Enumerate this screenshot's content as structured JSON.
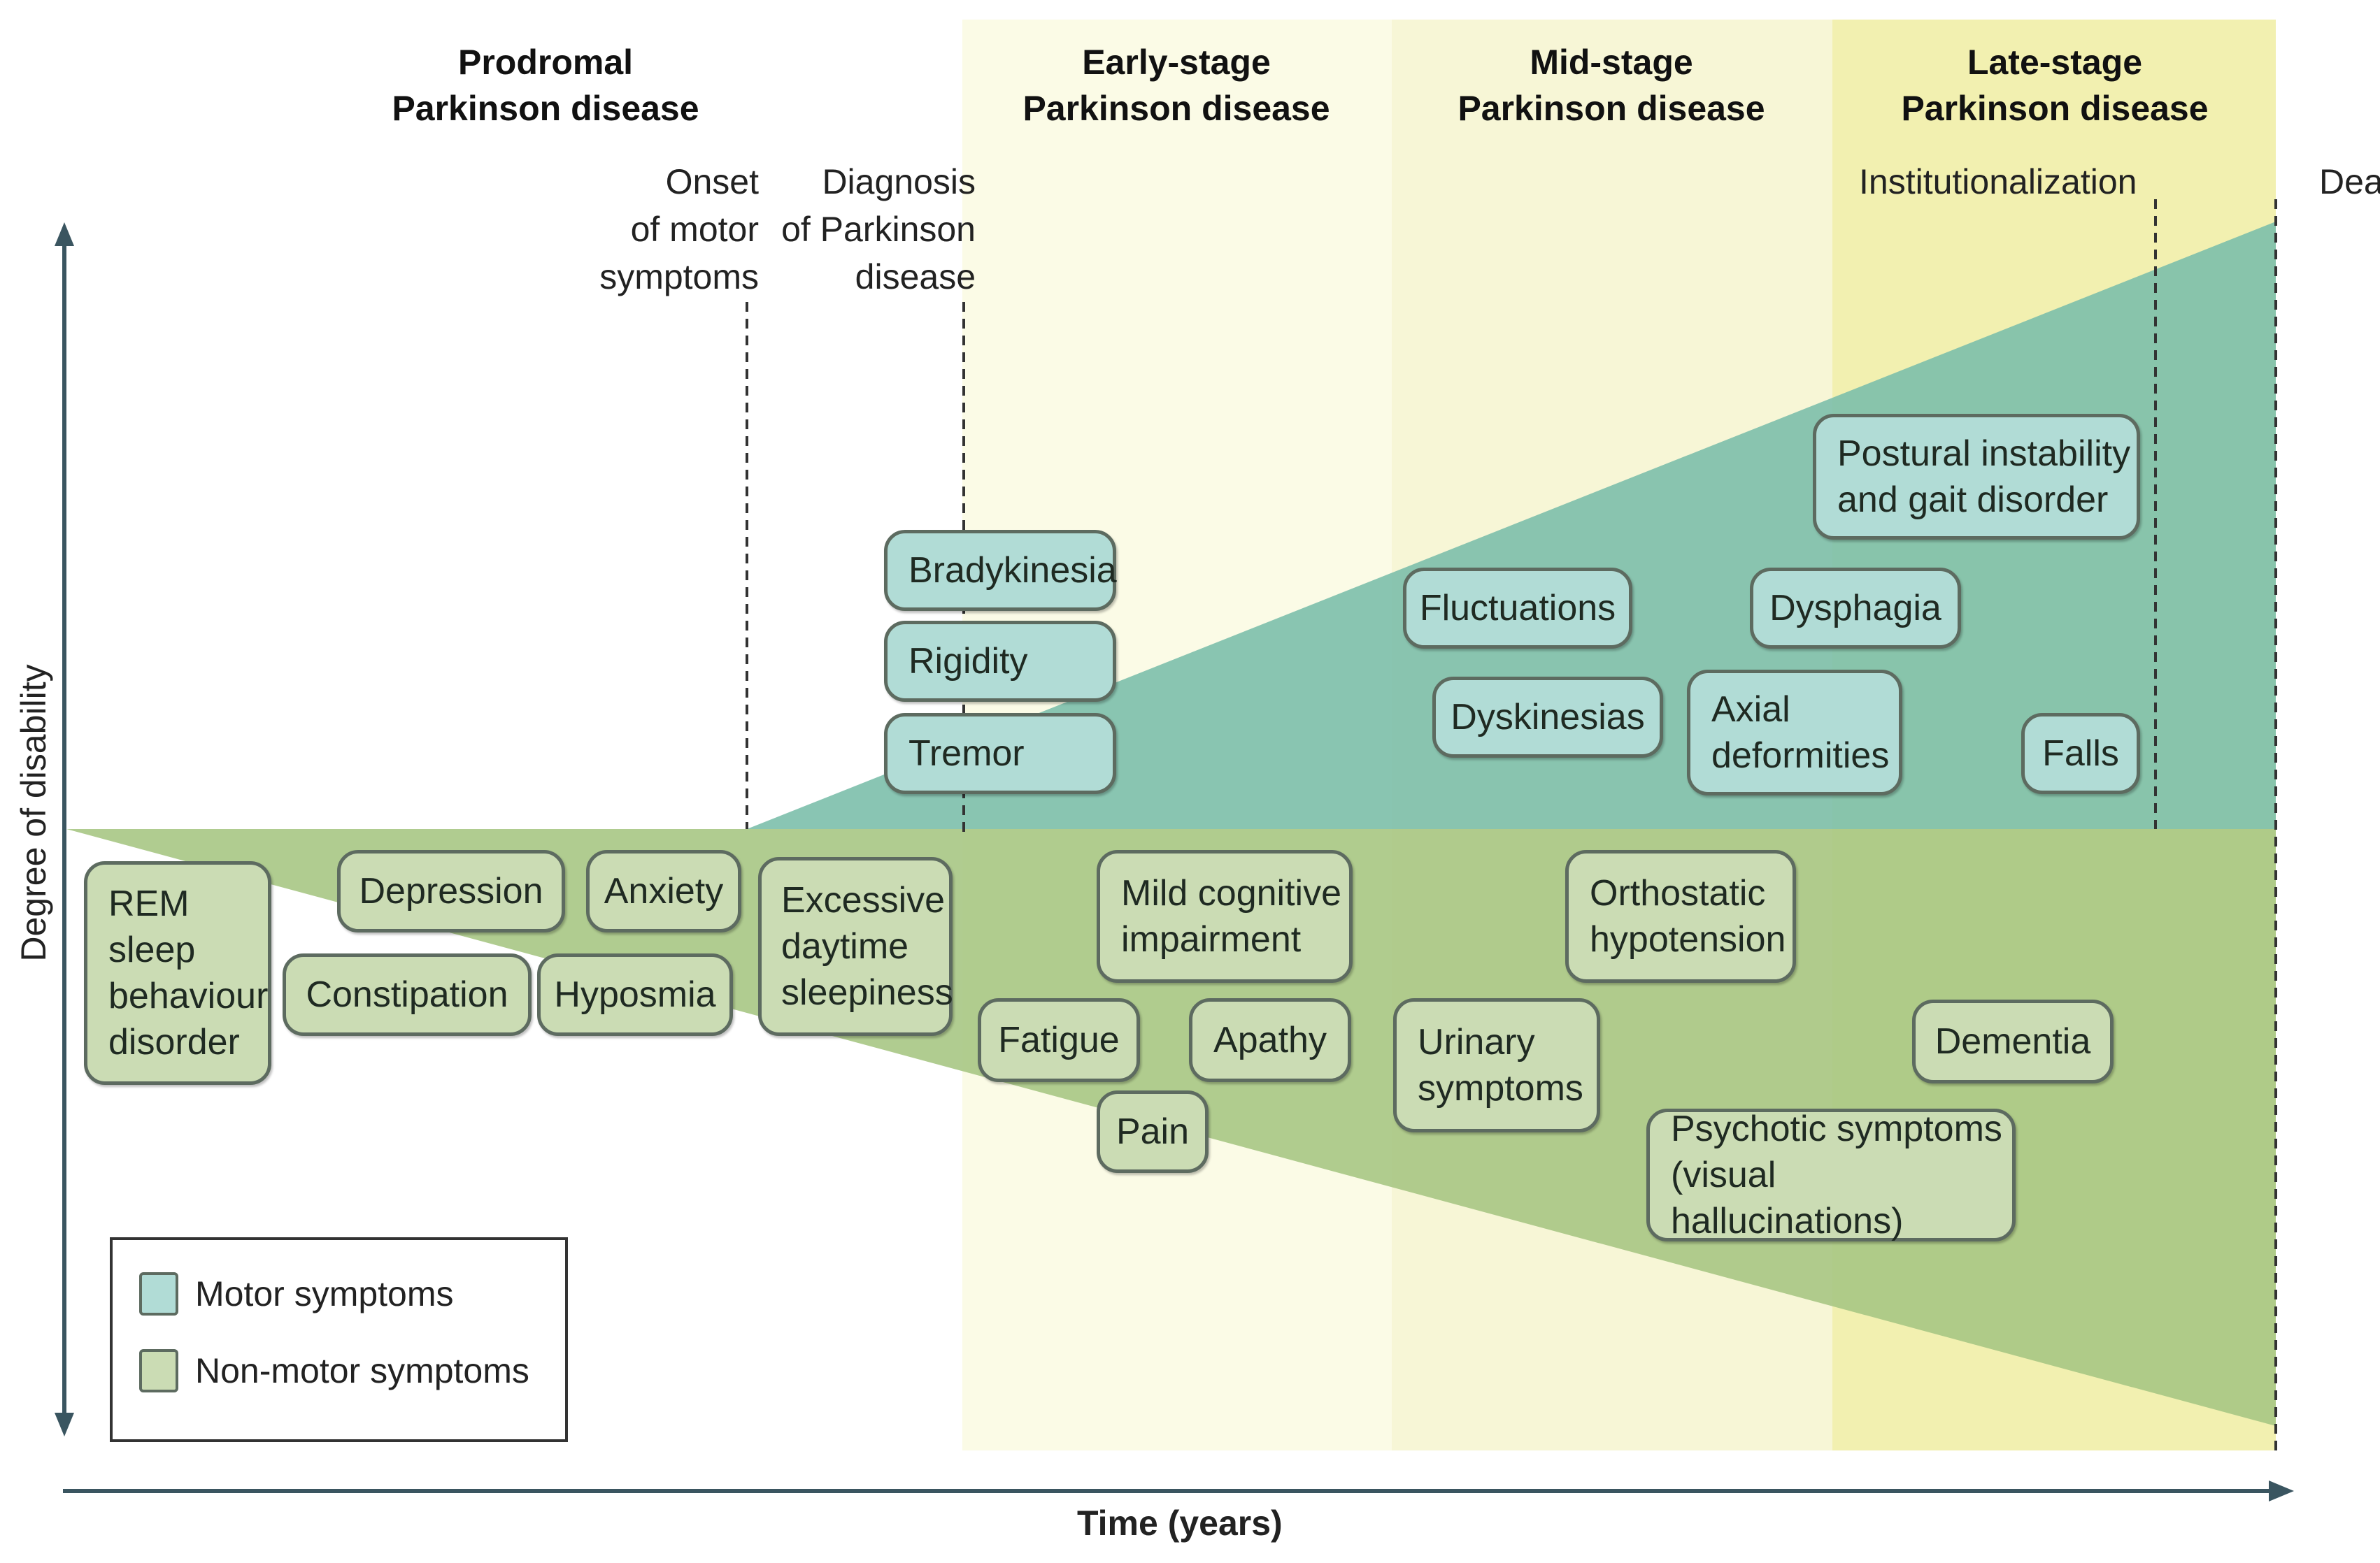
{
  "stages": {
    "prodromal": {
      "line1": "Prodromal",
      "line2": "Parkinson disease"
    },
    "early": {
      "line1": "Early-stage",
      "line2": "Parkinson disease"
    },
    "mid": {
      "line1": "Mid-stage",
      "line2": "Parkinson disease"
    },
    "late": {
      "line1": "Late-stage",
      "line2": "Parkinson disease"
    }
  },
  "markers": {
    "onset_motor": "Onset\nof motor\nsymptoms",
    "diagnosis": "Diagnosis\nof Parkinson\ndisease",
    "institutionalization": "Institutionalization",
    "death": "Death"
  },
  "axes": {
    "y_label": "Degree of disability",
    "x_label": "Time (years)"
  },
  "motor_symptoms": [
    "Bradykinesia",
    "Rigidity",
    "Tremor",
    "Fluctuations",
    "Dyskinesias",
    "Axial\ndeformities",
    "Postural instability\nand gait disorder",
    "Dysphagia",
    "Falls"
  ],
  "non_motor_symptoms": [
    "REM\nsleep\nbehaviour\ndisorder",
    "Depression",
    "Anxiety",
    "Constipation",
    "Hyposmia",
    "Excessive\ndaytime\nsleepiness",
    "Mild cognitive\nimpairment",
    "Fatigue",
    "Apathy",
    "Pain",
    "Orthostatic\nhypotension",
    "Urinary\nsymptoms",
    "Dementia",
    "Psychotic symptoms\n(visual hallucinations)"
  ],
  "legend": {
    "motor": "Motor symptoms",
    "non_motor": "Non-motor symptoms"
  },
  "colors": {
    "early_bg": "#fbfbe6",
    "mid_bg": "#f7f6d6",
    "late_bg": "#f2f0b0",
    "motor_fill": "#7cbfab",
    "non_motor_fill": "#a7c684",
    "motor_box": "#b1dcd6",
    "non_motor_box": "#cbdcb4",
    "axis": "#3a5560"
  }
}
